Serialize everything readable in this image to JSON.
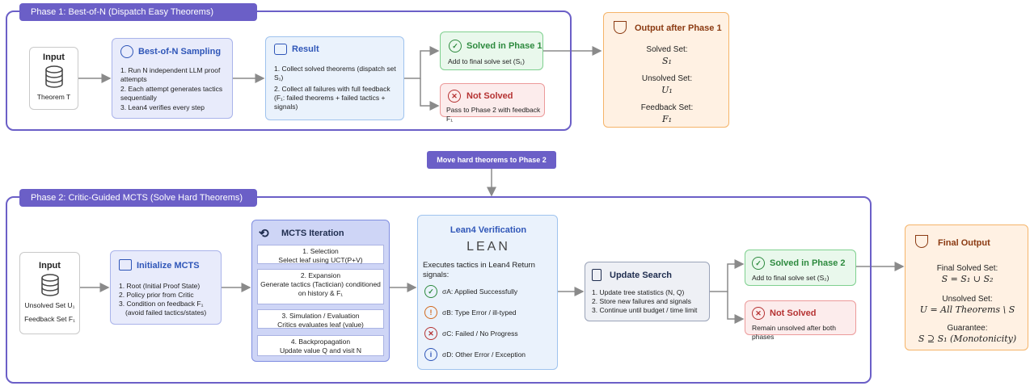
{
  "phase1": {
    "tab": "Phase 1: Best-of-N (Dispatch Easy Theorems)",
    "input": {
      "title": "Input",
      "caption": "Theorem T"
    },
    "sampling": {
      "title": "Best-of-N Sampling",
      "items": [
        "1. Run N independent LLM proof attempts",
        "2. Each attempt generates tactics sequentially",
        "3. Lean4 verifies every step"
      ]
    },
    "result": {
      "title": "Result",
      "items": [
        "1. Collect solved theorems (dispatch set S₁)",
        "2. Collect all failures with full feedback (F₁: failed theorems + failed tactics + signals)"
      ]
    },
    "solved": {
      "title": "Solved in Phase 1",
      "desc": "Add to final solve set (S₁)"
    },
    "not_solved": {
      "title": "Not Solved",
      "desc": "Pass to Phase 2 with feedback F₁"
    }
  },
  "output1": {
    "title": "Output after Phase 1",
    "solved_label": "Solved Set:",
    "solved_val": "S₁",
    "unsolved_label": "Unsolved Set:",
    "unsolved_val": "U₁",
    "feedback_label": "Feedback Set:",
    "feedback_val": "F₁"
  },
  "transition": "Move hard theorems to Phase 2",
  "phase2": {
    "tab": "Phase 2: Critic-Guided MCTS (Solve Hard Theorems)",
    "input": {
      "title": "Input",
      "line1": "Unsolved Set U₁",
      "line2": "Feedback Set F₁"
    },
    "init": {
      "title": "Initialize MCTS",
      "items": [
        "1. Root (Initial Proof State)",
        "2. Policy prior from Critic",
        "3. Condition on feedback F₁",
        "(avoid failed tactics/states)"
      ]
    },
    "mcts": {
      "title": "MCTS Iteration",
      "steps": [
        "1. Selection\nSelect leaf using UCT(P+V)",
        "2. Expansion\nGenerate tactics (Tactician) conditioned on history & F₁",
        "3. Simulation / Evaluation\nCritics evaluates leaf (value)",
        "4. Backpropagation\nUpdate value Q and visit N"
      ]
    },
    "lean": {
      "title": "Lean4 Verification",
      "logo": "LEAN",
      "desc": "Executes tactics in Lean4 Return signals:",
      "signals": [
        {
          "glyph": "✓",
          "label": "σA: Applied Successfully",
          "color": "#2d8a3e"
        },
        {
          "glyph": "!",
          "label": "σB: Type Error / ill-typed",
          "color": "#d2691e"
        },
        {
          "glyph": "✕",
          "label": "σC: Failed / No Progress",
          "color": "#b53232"
        },
        {
          "glyph": "i",
          "label": "σD: Other Error / Exception",
          "color": "#2f56b8"
        }
      ]
    },
    "update": {
      "title": "Update Search",
      "items": [
        "1. Update tree statistics (N, Q)",
        "2. Store new failures and signals",
        "3. Continue until budget / time limit"
      ]
    },
    "solved": {
      "title": "Solved in Phase 2",
      "desc": "Add to final solve set (S₂)"
    },
    "not_solved": {
      "title": "Not Solved",
      "desc": "Remain unsolved after both phases"
    }
  },
  "final": {
    "title": "Final Output",
    "solved_label": "Final Solved Set:",
    "solved_val": "S = S₁ ∪ S₂",
    "unsolved_label": "Unsolved Set:",
    "unsolved_val": "U = All Theorems \\ S",
    "guarantee_label": "Guarantee:",
    "guarantee_val": "S ⊇ S₁ (Monotonicity)"
  },
  "colors": {
    "accent": "#6b5fc7",
    "arrow": "#8a8a8a"
  }
}
